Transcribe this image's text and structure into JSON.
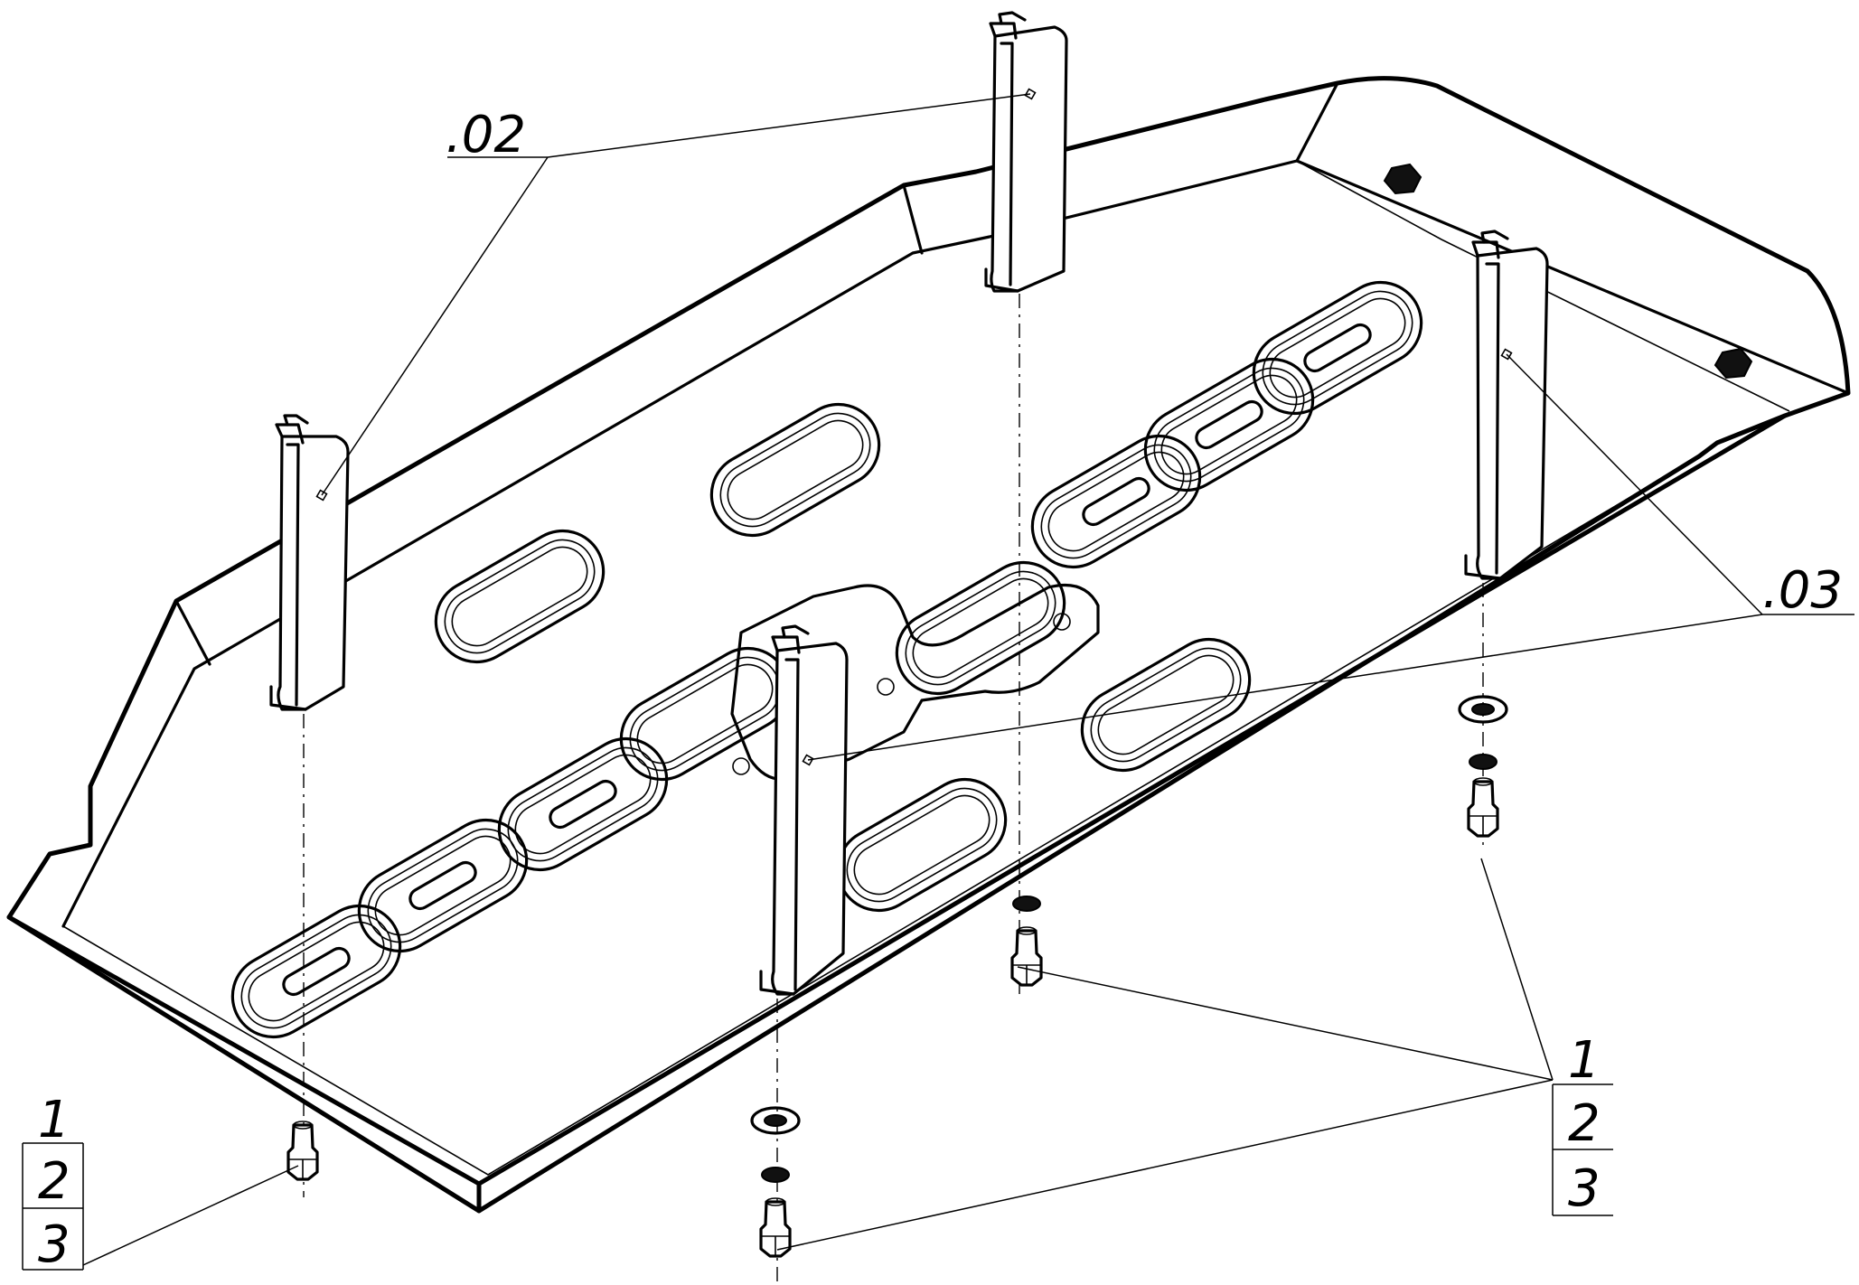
{
  "callouts": {
    "part_02": ".02",
    "part_03": ".03",
    "stack_left": [
      "1",
      "2",
      "3"
    ],
    "stack_right": [
      "1",
      "2",
      "3"
    ]
  },
  "colors": {
    "line": "#000000",
    "background": "#ffffff"
  }
}
